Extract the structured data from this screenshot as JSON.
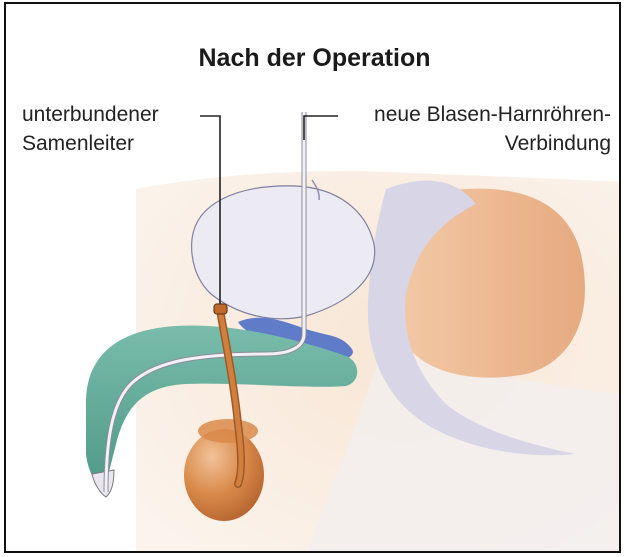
{
  "title": "Nach der Operation",
  "labels": {
    "left_line1": "unterbundener",
    "left_line2": "Samenleiter",
    "right_line1": "neue Blasen-Harnröhren-",
    "right_line2": "Verbindung"
  },
  "colors": {
    "skin": "#f7e2cf",
    "rectum": "#e9b38d",
    "bladder": "#eceaf3",
    "shaft": "#5fa897",
    "testis": "#d98a4a",
    "vas_deferens": "#d27f3e",
    "vein": "#4f6fc4",
    "pelvic_bone": "#d7d5e6"
  }
}
